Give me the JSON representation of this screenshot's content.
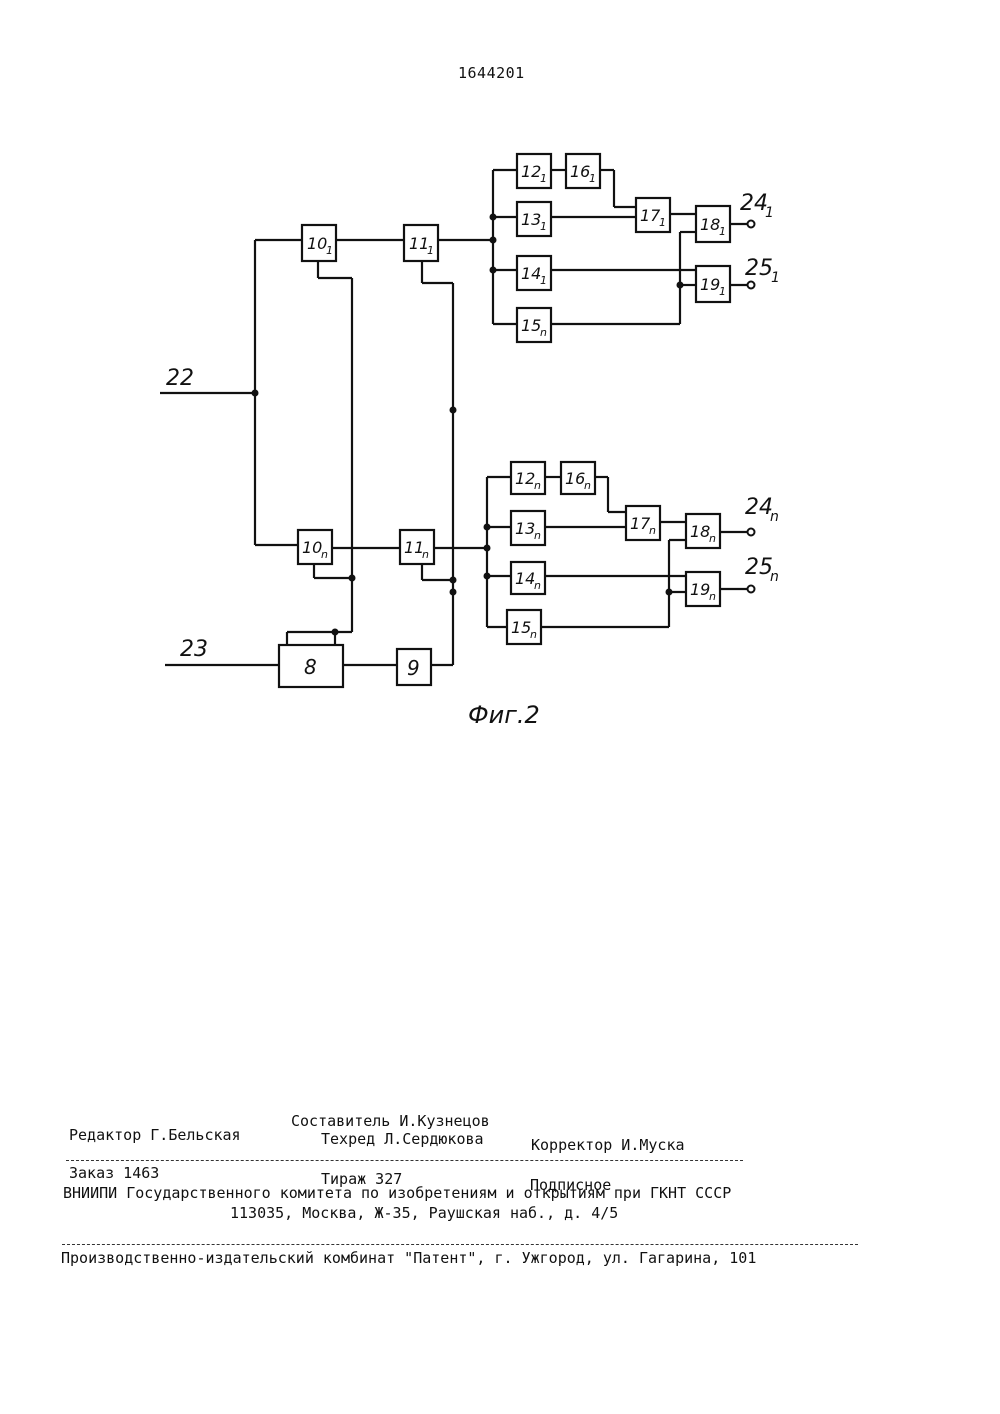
{
  "header": {
    "doc_number": "1644201"
  },
  "figure": {
    "caption": "Фиг.2",
    "inputs": {
      "in_22": "22",
      "in_23": "23"
    },
    "blocks": {
      "b8": "8",
      "b9": "9",
      "b10_1": "10",
      "b11_1": "11",
      "b12_1": "12",
      "b13_1": "13",
      "b14_1": "14",
      "b15_1": "15",
      "b16_1": "16",
      "b17_1": "17",
      "b18_1": "18",
      "b19_1": "19",
      "b10_n": "10",
      "b11_n": "11",
      "b12_n": "12",
      "b13_n": "13",
      "b14_n": "14",
      "b15_n": "15",
      "b16_n": "16",
      "b17_n": "17",
      "b18_n": "18",
      "b19_n": "19"
    },
    "subscripts": {
      "one": "1",
      "n": "n"
    },
    "outputs": {
      "out_24": "24",
      "out_25": "25"
    }
  },
  "imprint": {
    "compiler": "Составитель И.Кузнецов",
    "editor": "Редактор Г.Бельская",
    "techred": "Техред Л.Сердюкова",
    "corrector": "Корректор И.Муска",
    "order": "Заказ 1463",
    "circulation": "Тираж 327",
    "subscription": "Подписное",
    "org_line1": "ВНИИПИ Государственного комитета по изобретениям и открытиям при ГКНТ СССР",
    "org_line2": "113035, Москва, Ж-35, Раушская наб., д. 4/5",
    "publisher": "Производственно-издательский комбинат \"Патент\", г. Ужгород, ул. Гагарина, 101"
  }
}
